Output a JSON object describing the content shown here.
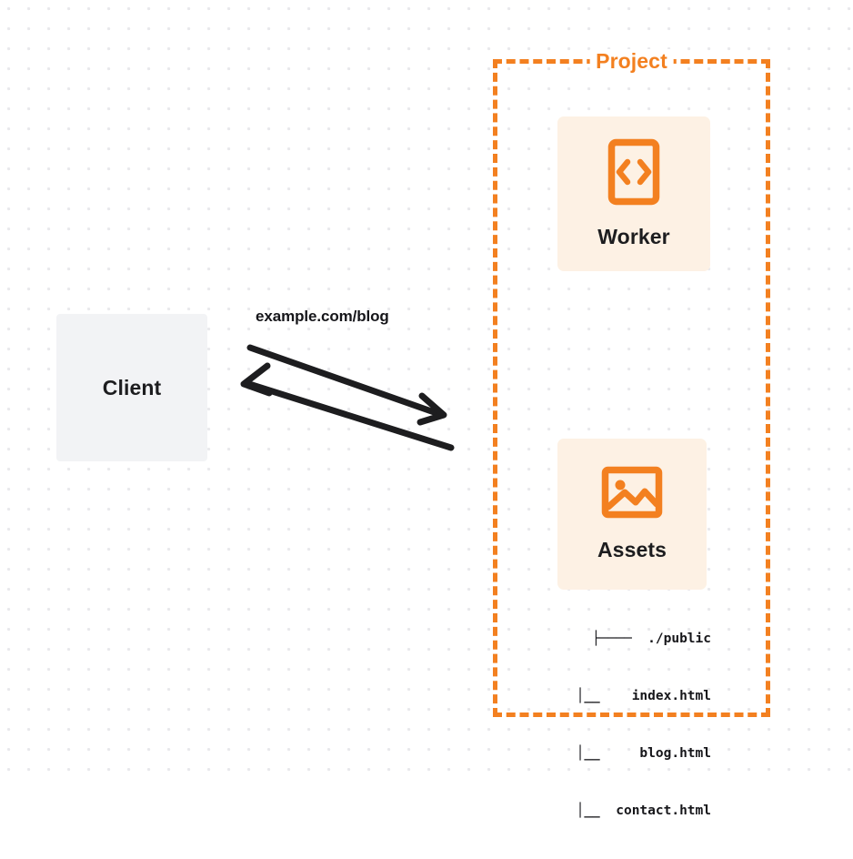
{
  "diagram": {
    "title": "Client to Project request flow",
    "background": {
      "dot_color": "#e9e9ec",
      "page_color": "#ffffff"
    },
    "colors": {
      "accent_orange": "#f38020",
      "service_box_fill": "#fdf1e4",
      "client_box_fill": "#f2f3f5",
      "text_dark": "#1d1d1f"
    }
  },
  "client": {
    "label": "Client",
    "icon": "none"
  },
  "connector": {
    "url_label": "example.com/blog",
    "request_direction": "client-to-project",
    "response_direction": "project-to-client"
  },
  "project": {
    "title": "Project",
    "border_style": "dashed",
    "nodes": [
      {
        "id": "worker",
        "label": "Worker",
        "icon": "code-brackets-icon"
      },
      {
        "id": "assets",
        "label": "Assets",
        "icon": "image-icon"
      }
    ],
    "file_tree": [
      {
        "prefix": "├────",
        "name": "./public"
      },
      {
        "prefix": "│▁▁",
        "name": "index.html"
      },
      {
        "prefix": "│▁▁",
        "name": "blog.html"
      },
      {
        "prefix": "│▁▁",
        "name": "contact.html"
      }
    ],
    "file_tree_lines": [
      "├────  ./public",
      "│__    index.html",
      "│__     blog.html",
      "│__  contact.html"
    ]
  }
}
